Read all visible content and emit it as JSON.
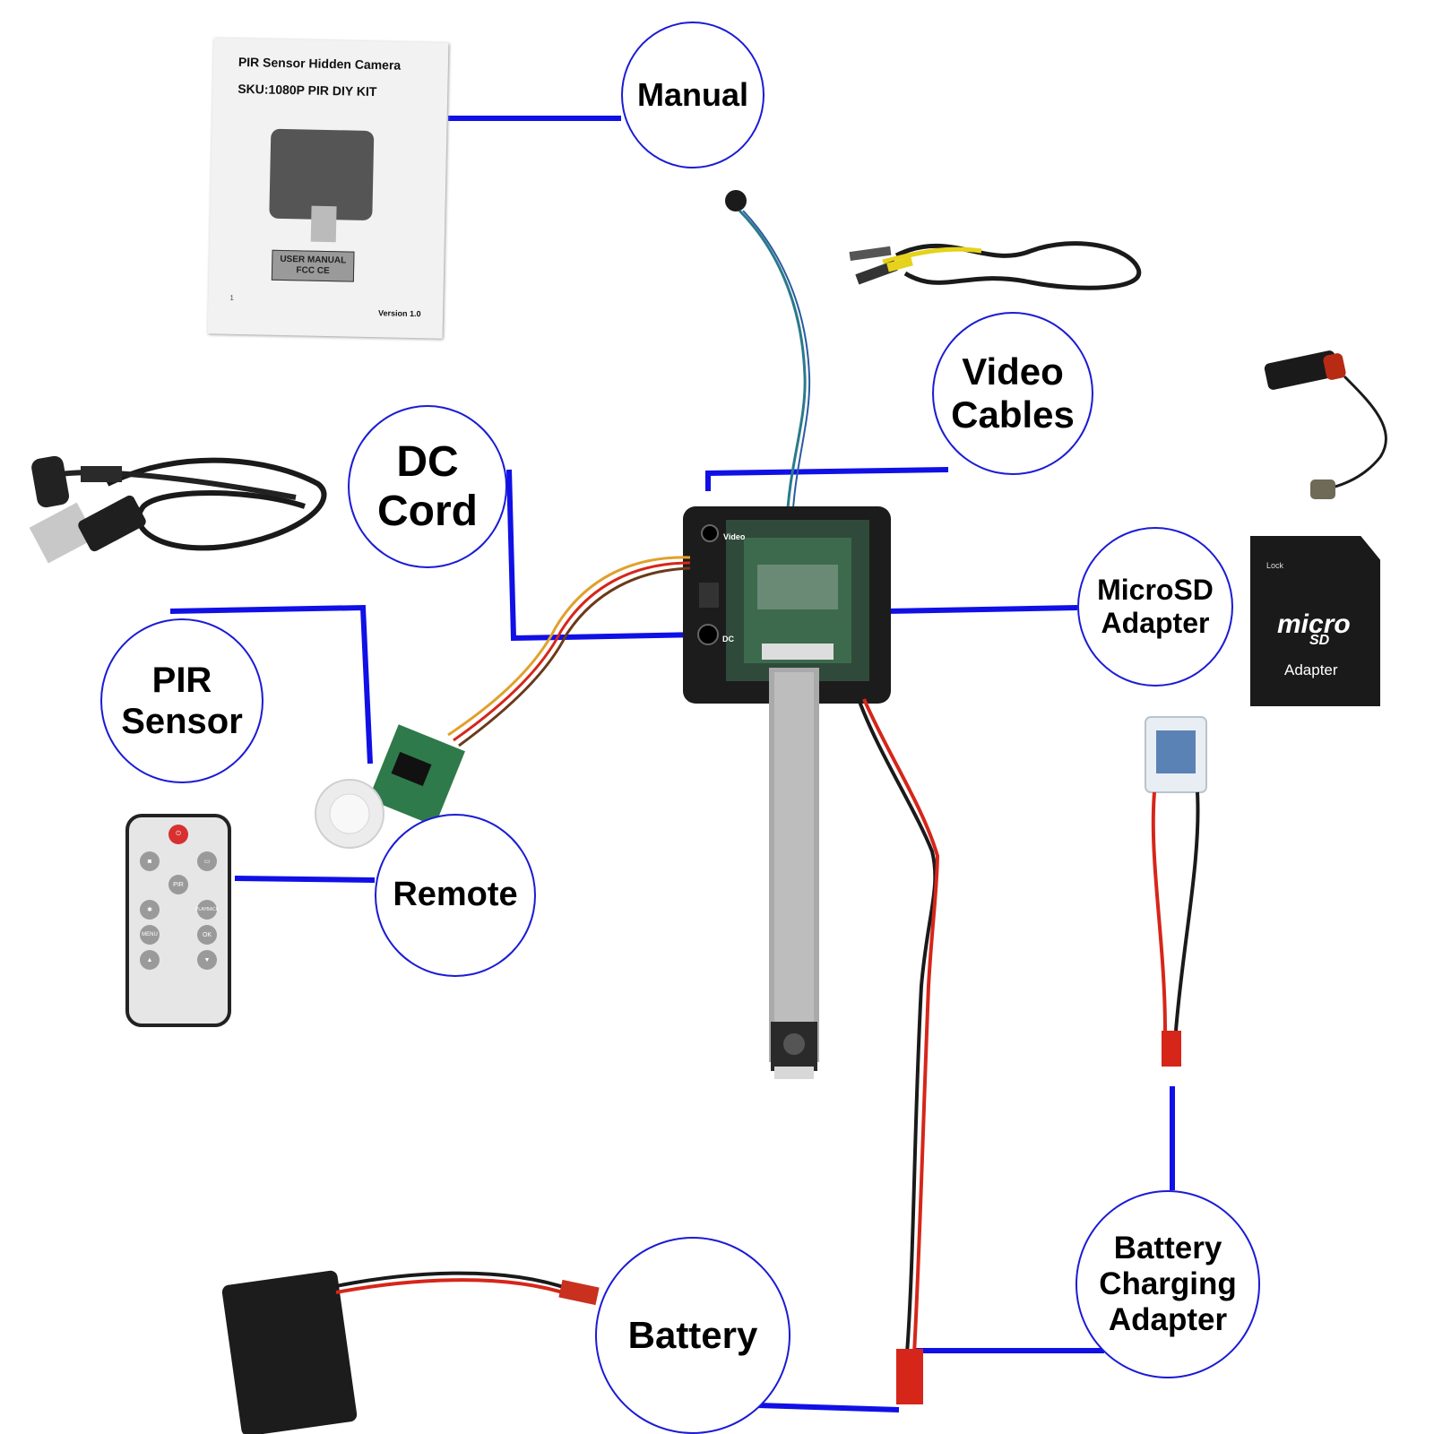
{
  "colors": {
    "callout_border": "#1b1bd6",
    "connector_line": "#1010e6",
    "wire_red": "#d6261a",
    "wire_black": "#1a1a1a"
  },
  "manual": {
    "line1": "PIR Sensor Hidden Camera",
    "line2": "SKU:1080P PIR DIY KIT",
    "box_line1": "USER MANUAL",
    "box_line2": "FCC CE",
    "page_number": "1",
    "version": "Version 1.0"
  },
  "remote": {
    "buttons": [
      "PIR",
      "PLAYBACK",
      "MENU",
      "OK"
    ]
  },
  "board": {
    "port_video": "Video",
    "port_dc": "DC"
  },
  "sd_adapter": {
    "lock_label": "Lock",
    "brand": "micro",
    "brand_sub": "SD",
    "label": "Adapter"
  },
  "callouts": {
    "manual": "Manual",
    "video_cables": "Video\nCables",
    "dc_cord": "DC\nCord",
    "microsd_adapter": "MicroSD\nAdapter",
    "pir_sensor": "PIR\nSensor",
    "remote": "Remote",
    "battery": "Battery",
    "battery_charging_adapter": "Battery\nCharging\nAdapter"
  }
}
